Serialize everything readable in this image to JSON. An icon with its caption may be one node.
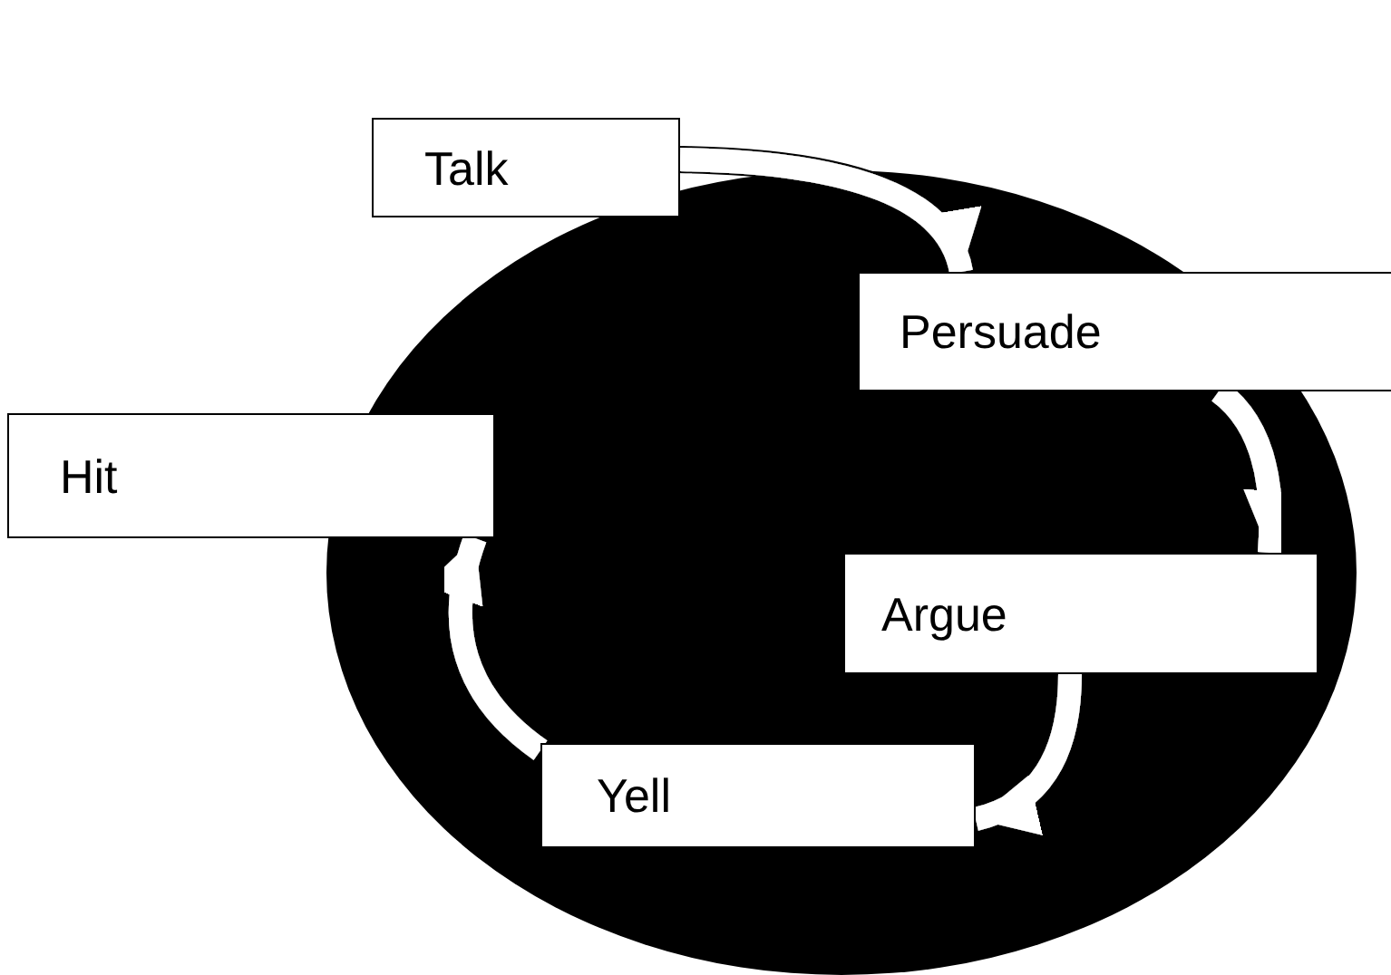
{
  "diagram": {
    "nodes": [
      {
        "text": [
          "Talk"
        ]
      },
      {
        "text": [
          "Persuade"
        ]
      },
      {
        "text": [
          "Hit"
        ]
      },
      {
        "text": [
          "Argue"
        ]
      },
      {
        "text": [
          "Yell"
        ]
      }
    ],
    "edges": [
      {
        "from": 0,
        "to": 1,
        "arrow": "to"
      },
      {
        "from": 1,
        "to": 3,
        "arrow": "to"
      },
      {
        "from": 3,
        "to": 4,
        "arrow": "to"
      },
      {
        "from": 4,
        "to": 2,
        "arrow": "to"
      }
    ]
  }
}
